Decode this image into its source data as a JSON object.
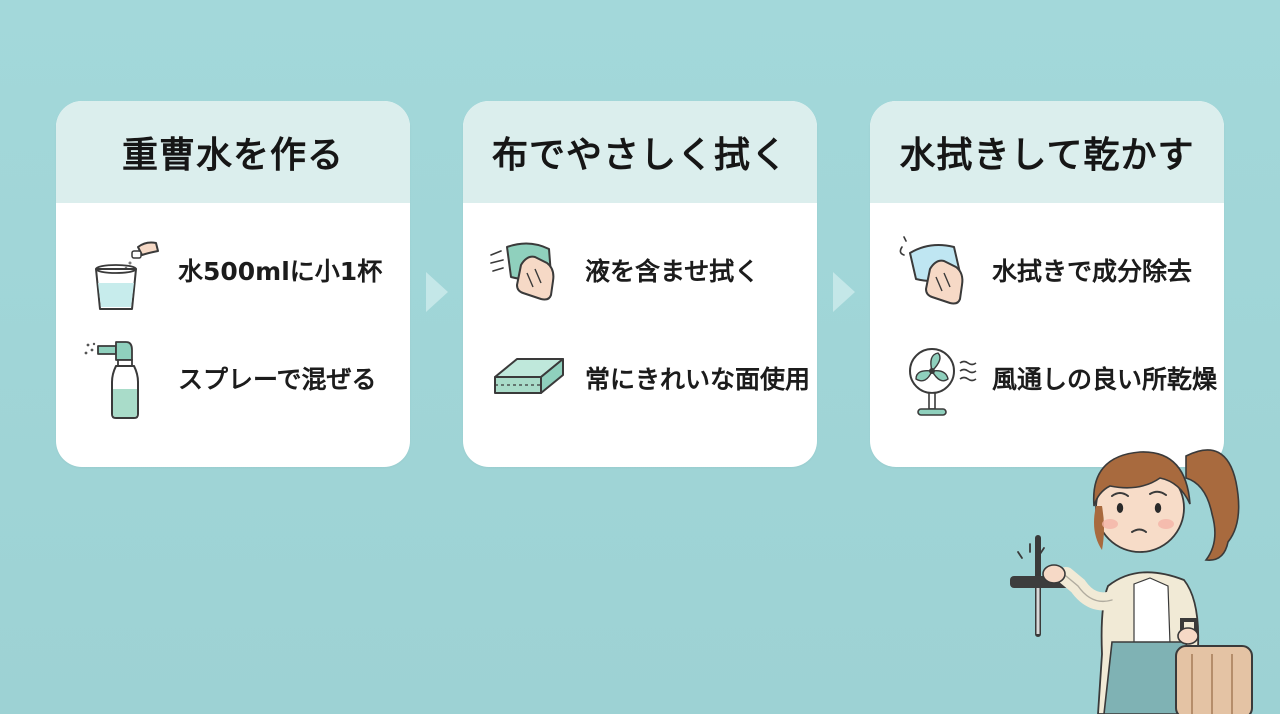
{
  "steps": [
    {
      "title": "重曹水を作る",
      "items": [
        {
          "icon": "glass-water-icon",
          "text": "水500mlに小1杯"
        },
        {
          "icon": "spray-bottle-icon",
          "text": "スプレーで混ぜる"
        }
      ]
    },
    {
      "title": "布でやさしく拭く",
      "items": [
        {
          "icon": "hand-wiping-cloth-icon",
          "text": "液を含ませ拭く"
        },
        {
          "icon": "folded-cloth-icon",
          "text": "常にきれいな面使用"
        }
      ]
    },
    {
      "title": "水拭きして乾かす",
      "items": [
        {
          "icon": "hand-wiping-icon",
          "text": "水拭きで成分除去"
        },
        {
          "icon": "electric-fan-icon",
          "text": "風通しの良い所乾燥"
        }
      ]
    }
  ],
  "colors": {
    "background": "#a3d8da",
    "card": "#ffffff",
    "card_header": "#dbeeed",
    "accent": "#8fd0bd",
    "chevron": "#bfe3e4"
  }
}
